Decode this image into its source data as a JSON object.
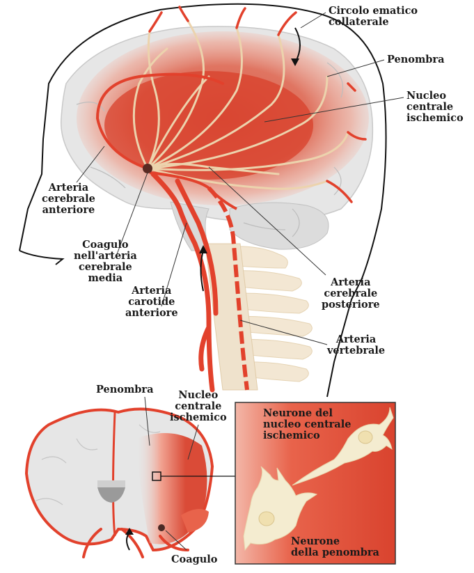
{
  "labels": {
    "circolo_ematico": "Circolo ematico\ncollaterale",
    "penombra_top": "Penombra",
    "nucleo_top": "Nucleo\ncentrale\nischemico",
    "arteria_cerebrale_anteriore": "Arteria\ncerebrale\nanteriore",
    "coagulo_arteria_media": "Coagulo\nnell'arteria\ncerebrale\nmedia",
    "arteria_carotide": "Arteria\ncarotide\nanteriore",
    "arteria_cerebrale_posteriore": "Arteria\ncerebrale\nposteriore",
    "arteria_vertebrale": "Arteria\nvertebrale",
    "penombra_bottom": "Penombra",
    "nucleo_bottom": "Nucleo\ncentrale\nischemico",
    "coagulo_bottom": "Coagulo",
    "neurone_nucleo": "Neurone del\nnucleo centrale\nischemico",
    "neurone_penombra": "Neurone\ndella penombra"
  },
  "colors": {
    "artery": "#e2412c",
    "core": "#d9432e",
    "penumbra": "#f2a08e",
    "brain": "#e6e6e6",
    "spine": "#f3e7d3",
    "vessel_pale": "#e8cfa9",
    "clot": "#5a2a22"
  }
}
